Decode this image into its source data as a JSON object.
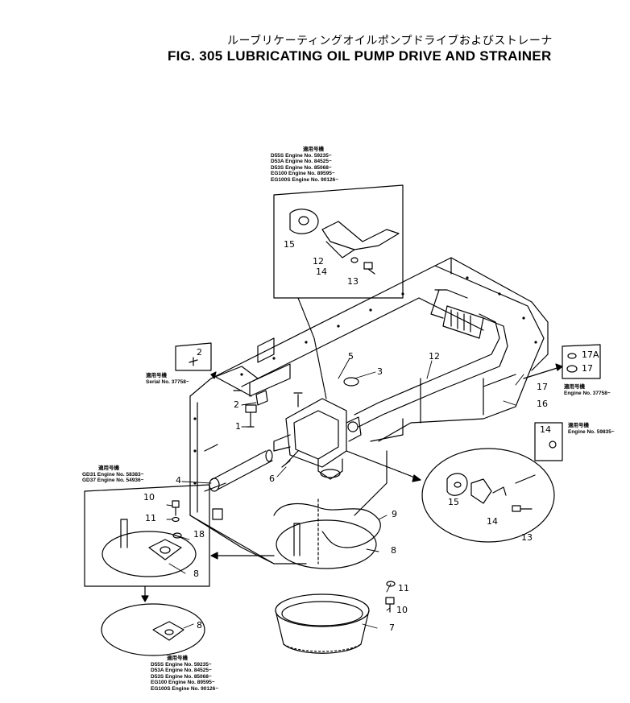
{
  "title": {
    "japanese": "ルーブリケーティングオイルポンプドライブおよびストレーナ",
    "english": "FIG. 305  LUBRICATING OIL PUMP DRIVE AND STRAINER"
  },
  "inset_top_applicability": {
    "heading": "適用号機",
    "rows": [
      "D55S  Engine No. 59235~",
      "D53A  Engine No. 84525~",
      "D53S  Engine No. 85068~",
      "EG100  Engine No. 89595~",
      "EG100S  Engine No. 90126~"
    ]
  },
  "applicability_serial": {
    "heading": "適用号機",
    "text": "Serial No. 37758~"
  },
  "applicability_right_17": {
    "heading": "適用号機",
    "text": "Engine No. 37758~"
  },
  "applicability_right_14": {
    "heading": "適用号機",
    "text": "Engine No. 59835~"
  },
  "applicability_left": {
    "heading": "適用号機",
    "rows": [
      "GD31  Engine No. 58383~",
      "GD37  Engine No. 54936~"
    ]
  },
  "applicability_bottom": {
    "heading": "適用号機",
    "rows": [
      "D55S  Engine No. 59235~",
      "D53A  Engine No. 84525~",
      "D53S  Engine No. 85068~",
      "EG100  Engine No. 89595~",
      "EG100S  Engine No. 90126~"
    ]
  },
  "callouts": {
    "n2_box": "2",
    "n2": "2",
    "n1": "1",
    "n3": "3",
    "n4": "4",
    "n5": "5",
    "n6": "6",
    "n7": "7",
    "n8a": "8",
    "n8b": "8",
    "n8c": "8",
    "n9": "9",
    "n10a": "10",
    "n10b": "10",
    "n11a": "11",
    "n11b": "11",
    "n12a": "12",
    "n12b": "12",
    "n13a": "13",
    "n13b": "13",
    "n14a": "14",
    "n14b": "14",
    "n14c": "14",
    "n15a": "15",
    "n15b": "15",
    "n16": "16",
    "n17": "17",
    "n17box": "17",
    "n17abox": "17A",
    "n18": "18"
  }
}
